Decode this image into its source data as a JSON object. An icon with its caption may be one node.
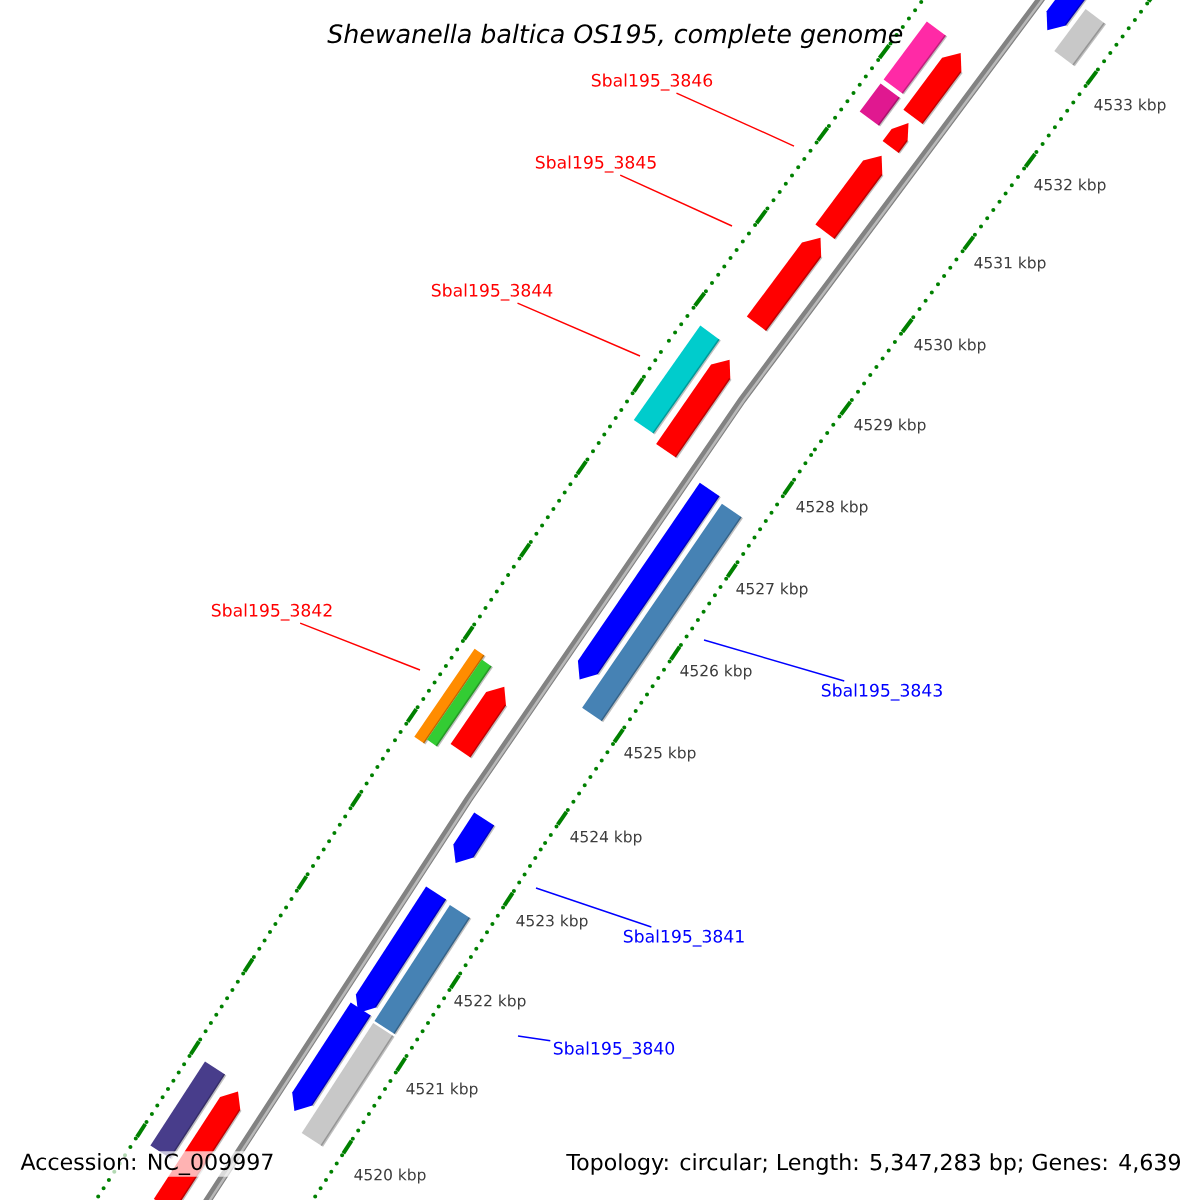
{
  "diagram": {
    "title": "Shewanella baltica OS195, complete genome",
    "nodes": [
      {
        "text": [
          "Sbal195_3846"
        ]
      },
      {
        "text": [
          "Sbal195_3845"
        ]
      },
      {
        "text": [
          "Sbal195_3844"
        ]
      },
      {
        "text": [
          "Sbal195_3842"
        ]
      },
      {
        "text": [
          "Sbal195_3843"
        ]
      },
      {
        "text": [
          "Sbal195_3841"
        ]
      },
      {
        "text": [
          "Sbal195_3840"
        ]
      }
    ],
    "edges": [
      {
        "from": 0,
        "to": null,
        "arrow": "none"
      },
      {
        "from": 1,
        "to": null,
        "arrow": "none"
      },
      {
        "from": 2,
        "to": null,
        "arrow": "none"
      },
      {
        "from": 3,
        "to": null,
        "arrow": "none"
      },
      {
        "from": 4,
        "to": null,
        "arrow": "none",
        "color": "#0000ff"
      },
      {
        "from": 5,
        "to": null,
        "arrow": "none",
        "color": "#0000ff"
      },
      {
        "from": 6,
        "to": null,
        "arrow": "none",
        "color": "#0000ff"
      }
    ],
    "labels": [
      "4533 kbp",
      "4532 kbp",
      "4531 kbp",
      "4530 kbp",
      "4529 kbp",
      "4528 kbp",
      "4527 kbp",
      "4526 kbp",
      "4525 kbp",
      "4524 kbp",
      "4523 kbp",
      "4522 kbp",
      "4521 kbp",
      "4520 kbp",
      "Accession: NC_009997",
      "Topology: circular; Length: 5,347,283 bp; Genes: 4,639"
    ]
  }
}
